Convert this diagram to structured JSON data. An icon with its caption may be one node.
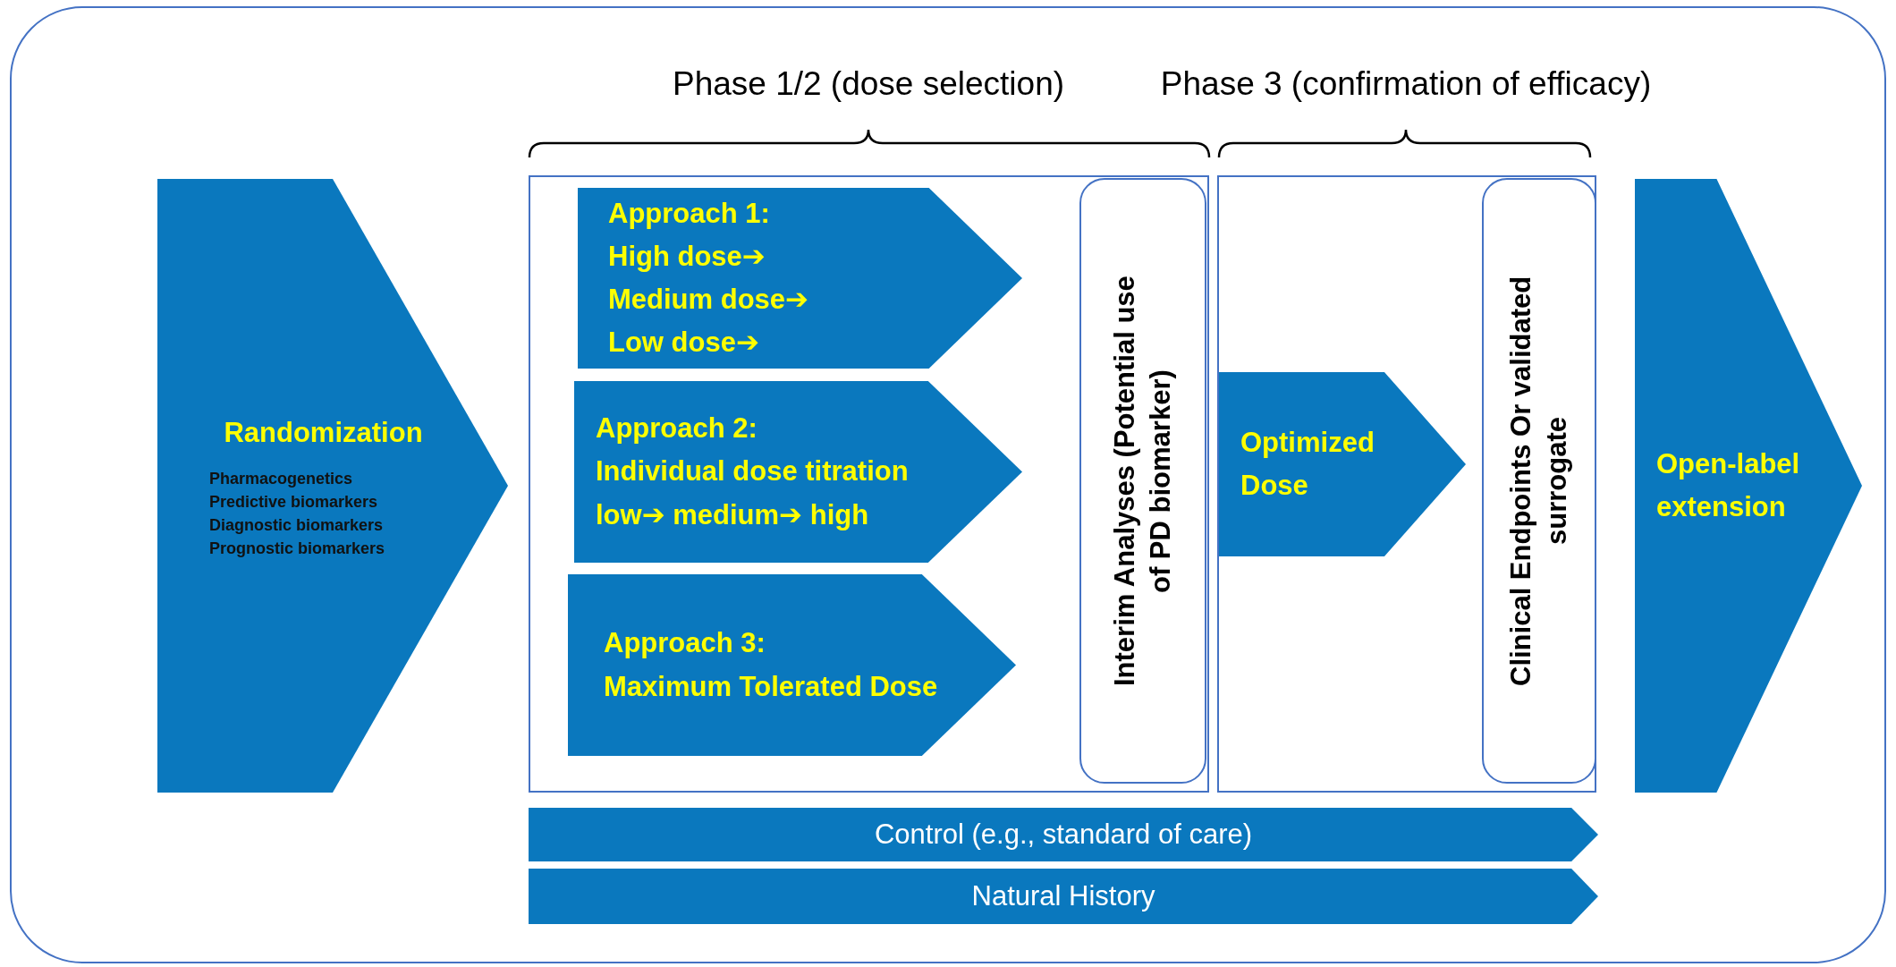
{
  "diagram": {
    "nodes": [
      {
        "text": [
          "Randomization",
          "Pharmacogenetics",
          "Predictive biomarkers",
          "Diagnostic biomarkers",
          "Prognostic biomarkers"
        ]
      },
      {
        "text": [
          "Phase 1/2 (dose selection)"
        ]
      },
      {
        "text": [
          "Approach 1:",
          "High dose➔",
          "Medium dose➔",
          "Low dose➔"
        ],
        "in": 1
      },
      {
        "text": [
          "Approach 2:",
          "Individual dose titration",
          "low➔ medium➔ high"
        ],
        "in": 1
      },
      {
        "text": [
          "Approach 3:",
          "Maximum Tolerated Dose"
        ],
        "in": 1
      },
      {
        "text": [
          "Interim Analyses (Potential use of PD biomarker)"
        ],
        "in": 1
      },
      {
        "text": [
          "Phase 3 (confirmation of efficacy)"
        ]
      },
      {
        "text": [
          "Optimized Dose"
        ],
        "in": 6
      },
      {
        "text": [
          "Clinical Endpoints Or validated surrogate"
        ],
        "in": 6
      },
      {
        "text": [
          "Open-label extension"
        ]
      },
      {
        "text": [
          "Control (e.g., standard of care)"
        ]
      },
      {
        "text": [
          "Natural History"
        ]
      }
    ]
  }
}
